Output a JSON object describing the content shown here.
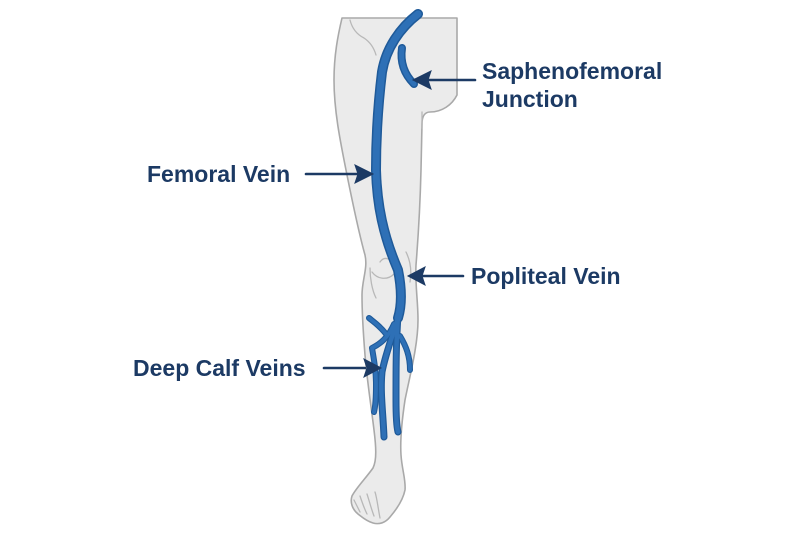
{
  "diagram": {
    "subject": "Leg venous anatomy",
    "colors": {
      "background": "#ffffff",
      "leg_fill": "#ebebeb",
      "leg_outline": "#a9a9a9",
      "vein": "#2b6cb0",
      "vein_dark": "#1f5a99",
      "label_text": "#1c3a64",
      "arrow": "#1c3a64"
    },
    "labels": [
      {
        "id": "saphenofemoral-junction",
        "line1": "Saphenofemoral",
        "line2": "Junction"
      },
      {
        "id": "femoral-vein",
        "text": "Femoral Vein"
      },
      {
        "id": "popliteal-vein",
        "text": "Popliteal Vein"
      },
      {
        "id": "deep-calf-veins",
        "text": "Deep Calf Veins"
      }
    ]
  }
}
